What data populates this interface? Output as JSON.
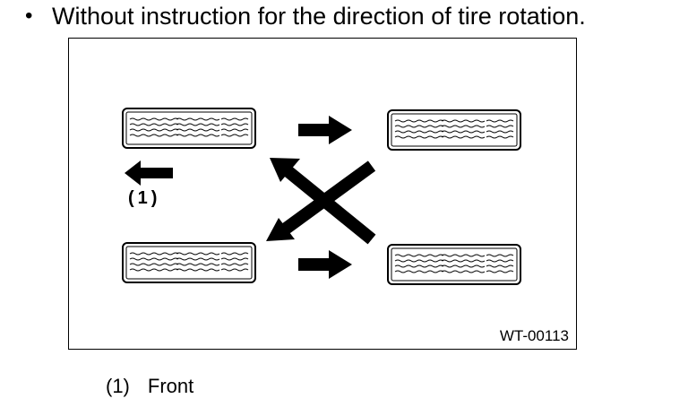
{
  "heading": {
    "bullet": "•",
    "text": "Without instruction for the direction of tire rotation."
  },
  "figure": {
    "front_marker": "(1)",
    "figure_id": "WT-00113",
    "tires": [
      "front-left",
      "rear-left",
      "front-right",
      "rear-right"
    ]
  },
  "legend": {
    "key": "(1)",
    "label": "Front"
  }
}
